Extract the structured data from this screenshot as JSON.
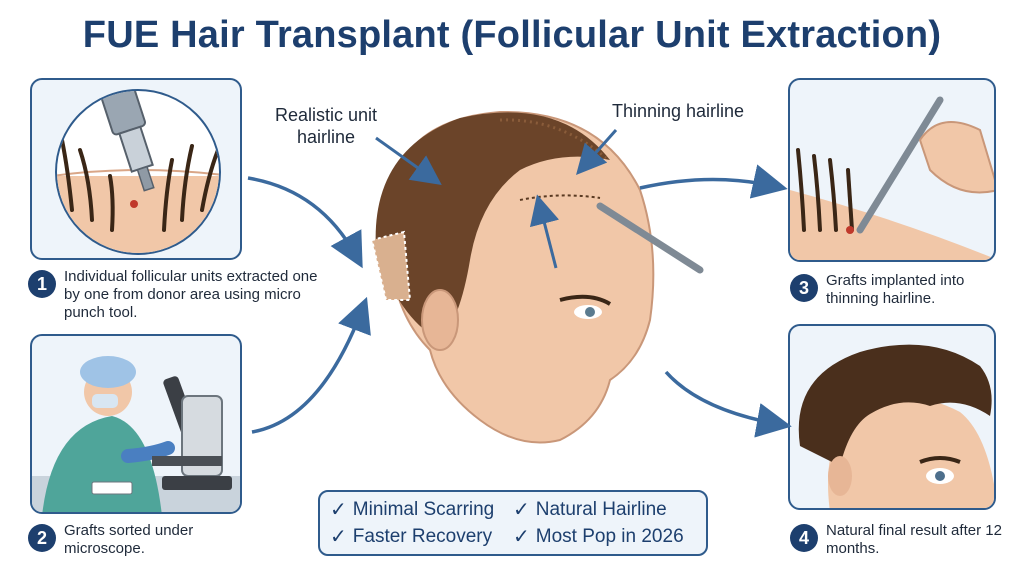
{
  "title": "FUE Hair Transplant (Follicular Unit Extraction)",
  "callouts": {
    "realistic": "Realistic unit hairline",
    "thinning": "Thinning hairline"
  },
  "steps": [
    {
      "number": "1",
      "text": "Individual follicular units extracted one by one from donor area using micro punch tool."
    },
    {
      "number": "2",
      "text": "Grafts sorted under microscope."
    },
    {
      "number": "3",
      "text": "Grafts implanted into thinning hairline."
    },
    {
      "number": "4",
      "text": "Natural final result after 12 months."
    }
  ],
  "benefits": [
    {
      "check": "✓",
      "label": "Minimal Scarring"
    },
    {
      "check": "✓",
      "label": "Natural Hairline"
    },
    {
      "check": "✓",
      "label": "Faster Recovery"
    },
    {
      "check": "✓",
      "label": "Most Pop in 2026"
    }
  ],
  "colors": {
    "primary": "#1d3f6e",
    "arrow": "#3b6a9e",
    "skin": "#f1c7a8",
    "hair": "#5a3a22",
    "panel_bg": "#eef4fa"
  }
}
